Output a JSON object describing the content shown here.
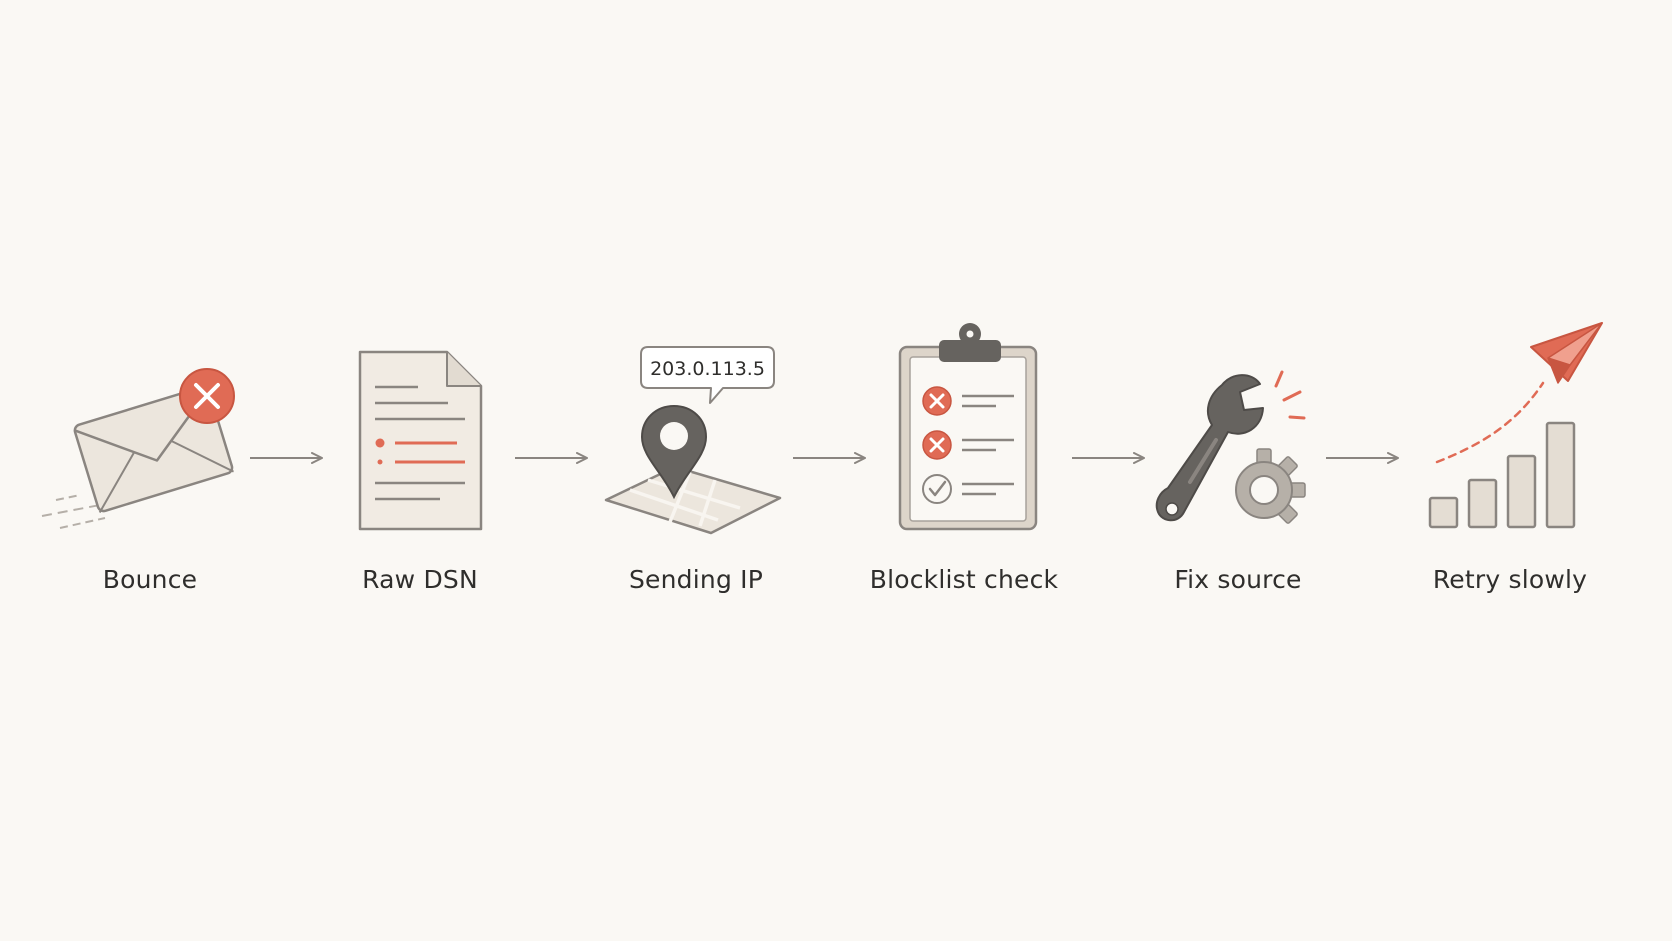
{
  "steps": [
    {
      "label": "Bounce",
      "icon": "envelope-error-icon"
    },
    {
      "label": "Raw DSN",
      "icon": "document-icon"
    },
    {
      "label": "Sending IP",
      "icon": "map-pin-icon",
      "tag": "203.0.113.5"
    },
    {
      "label": "Blocklist check",
      "icon": "clipboard-checklist-icon"
    },
    {
      "label": "Fix source",
      "icon": "wrench-gear-icon"
    },
    {
      "label": "Retry slowly",
      "icon": "paper-plane-bars-icon"
    }
  ],
  "colors": {
    "background": "#faf8f4",
    "accent": "#e06b55",
    "stroke": "#8a8580",
    "fill": "#ece6dd",
    "dark": "#66635f"
  }
}
